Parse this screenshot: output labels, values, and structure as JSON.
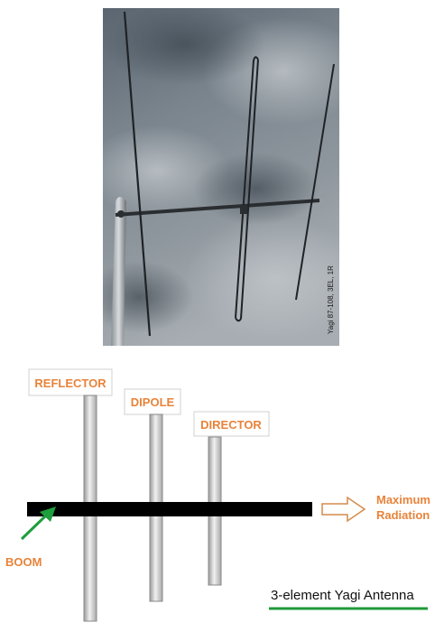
{
  "photo": {
    "caption": "Yagi 87-108, 3EL, 1R"
  },
  "diagram": {
    "labels": {
      "reflector": "REFLECTOR",
      "dipole": "DIPOLE",
      "director": "DIRECTOR",
      "boom": "BOOM",
      "radiation_line1": "Maximum",
      "radiation_line2": "Radiation"
    },
    "title": "3-element Yagi Antenna"
  },
  "colors": {
    "label_orange": "#e8833a",
    "boom_arrow_green": "#1e9e3c",
    "title_underline_green": "#1f9a3a",
    "boom_black": "#000000"
  },
  "icons": {
    "boom_pointer": "green-arrow-icon",
    "radiation_direction": "outline-right-arrow-icon"
  }
}
